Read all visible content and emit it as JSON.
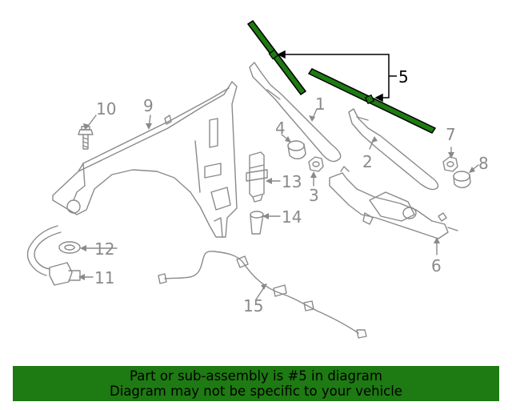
{
  "diagram": {
    "callouts": [
      {
        "id": "1",
        "label": "1"
      },
      {
        "id": "2",
        "label": "2"
      },
      {
        "id": "3",
        "label": "3"
      },
      {
        "id": "4",
        "label": "4"
      },
      {
        "id": "5",
        "label": "5"
      },
      {
        "id": "6",
        "label": "6"
      },
      {
        "id": "7",
        "label": "7"
      },
      {
        "id": "8",
        "label": "8"
      },
      {
        "id": "9",
        "label": "9"
      },
      {
        "id": "10",
        "label": "10"
      },
      {
        "id": "11",
        "label": "11"
      },
      {
        "id": "12",
        "label": "12"
      },
      {
        "id": "13",
        "label": "13"
      },
      {
        "id": "14",
        "label": "14"
      },
      {
        "id": "15",
        "label": "15"
      }
    ],
    "highlighted_part": "5",
    "colors": {
      "line": "#8a8a8a",
      "highlight_fill": "#1e7a12",
      "highlight_outline": "#000000",
      "banner_background": "#1e7a12"
    }
  },
  "banner": {
    "line1": "Part or sub-assembly is #5 in diagram",
    "line2": "Diagram may not be specific to your vehicle"
  }
}
